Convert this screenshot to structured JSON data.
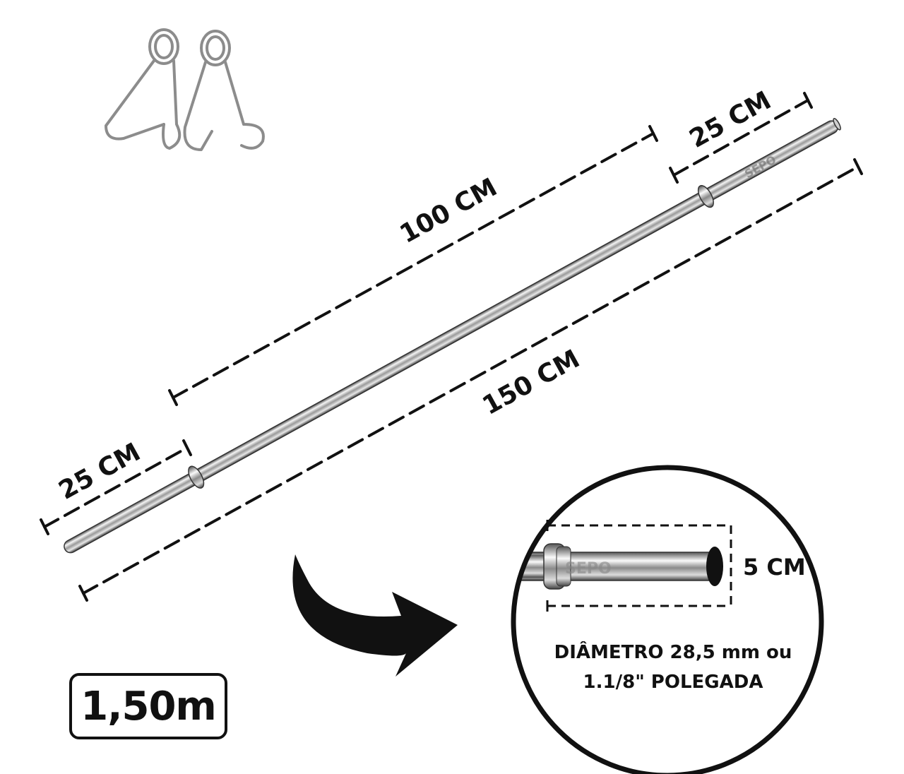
{
  "dimensions": {
    "left_sleeve": "25 CM",
    "right_sleeve": "25 CM",
    "grip": "100 CM",
    "total": "150 CM"
  },
  "detail": {
    "end_height": "5 CM",
    "logo": "SEPO",
    "diameter_line1": "DIÂMETRO 28,5 mm ou",
    "diameter_line2": "1.1/8\" POLEGADA"
  },
  "bar_length_badge": "1,50m",
  "colors": {
    "ink": "#111111",
    "chrome_dark": "#5a5a5a",
    "chrome_light": "#f2f2f2"
  },
  "icons": [
    "spring-collar-icon",
    "curved-arrow-icon"
  ]
}
